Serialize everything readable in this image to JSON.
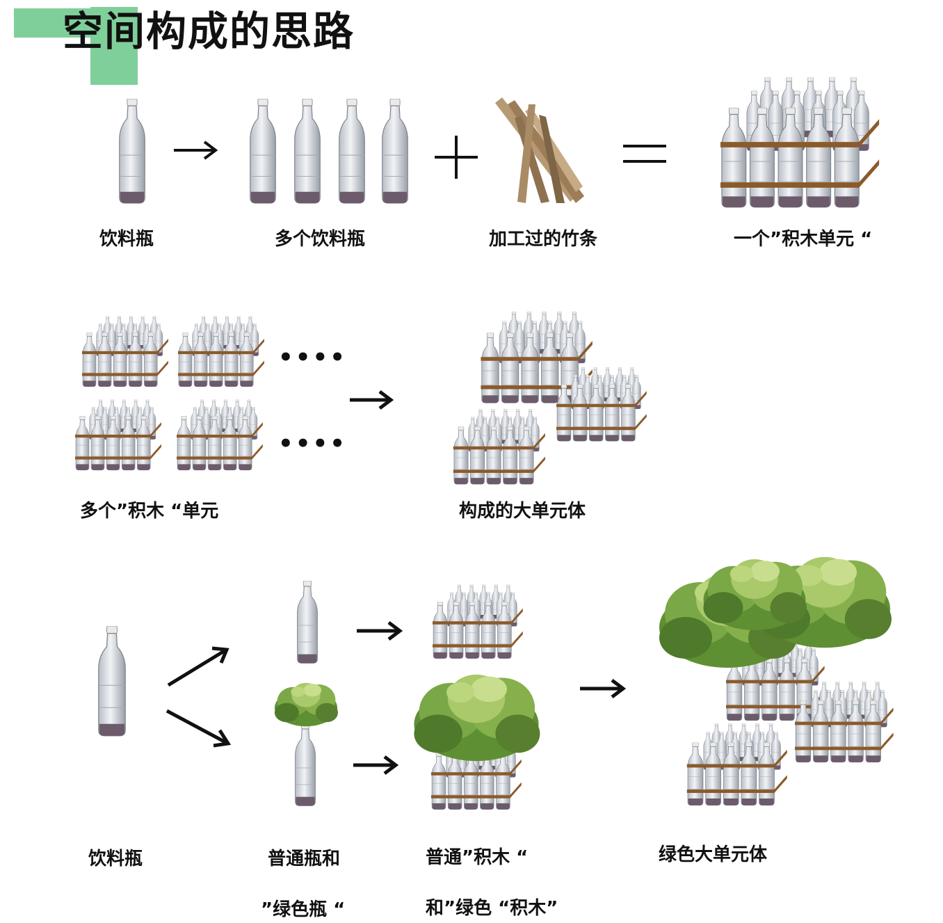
{
  "title": "空间构成的思路",
  "colors": {
    "accent": "#7fcf9a",
    "strap": "#8b5a2b",
    "bottle": "#d9dde2",
    "foliage": "#6a9a3a"
  },
  "row1": {
    "operators": {
      "plus": "+",
      "equals": "="
    },
    "labels": {
      "bottle": "饮料瓶",
      "bottles": "多个饮料瓶",
      "bamboo": "加工过的竹条",
      "block": "一个”积木单元 “"
    }
  },
  "row2": {
    "ellipsis_top": "••••",
    "ellipsis_bottom": "••••",
    "labels": {
      "blocks": "多个”积木 “单元",
      "big_unit": "构成的大单元体"
    }
  },
  "row3": {
    "labels": {
      "bottle": "饮料瓶",
      "split_line1": "普通瓶和",
      "split_line2": "”绿色瓶 “",
      "blocks_line1": "普通”积木 “",
      "blocks_line2": "和”绿色 “积木”",
      "green_unit": "绿色大单元体"
    }
  }
}
